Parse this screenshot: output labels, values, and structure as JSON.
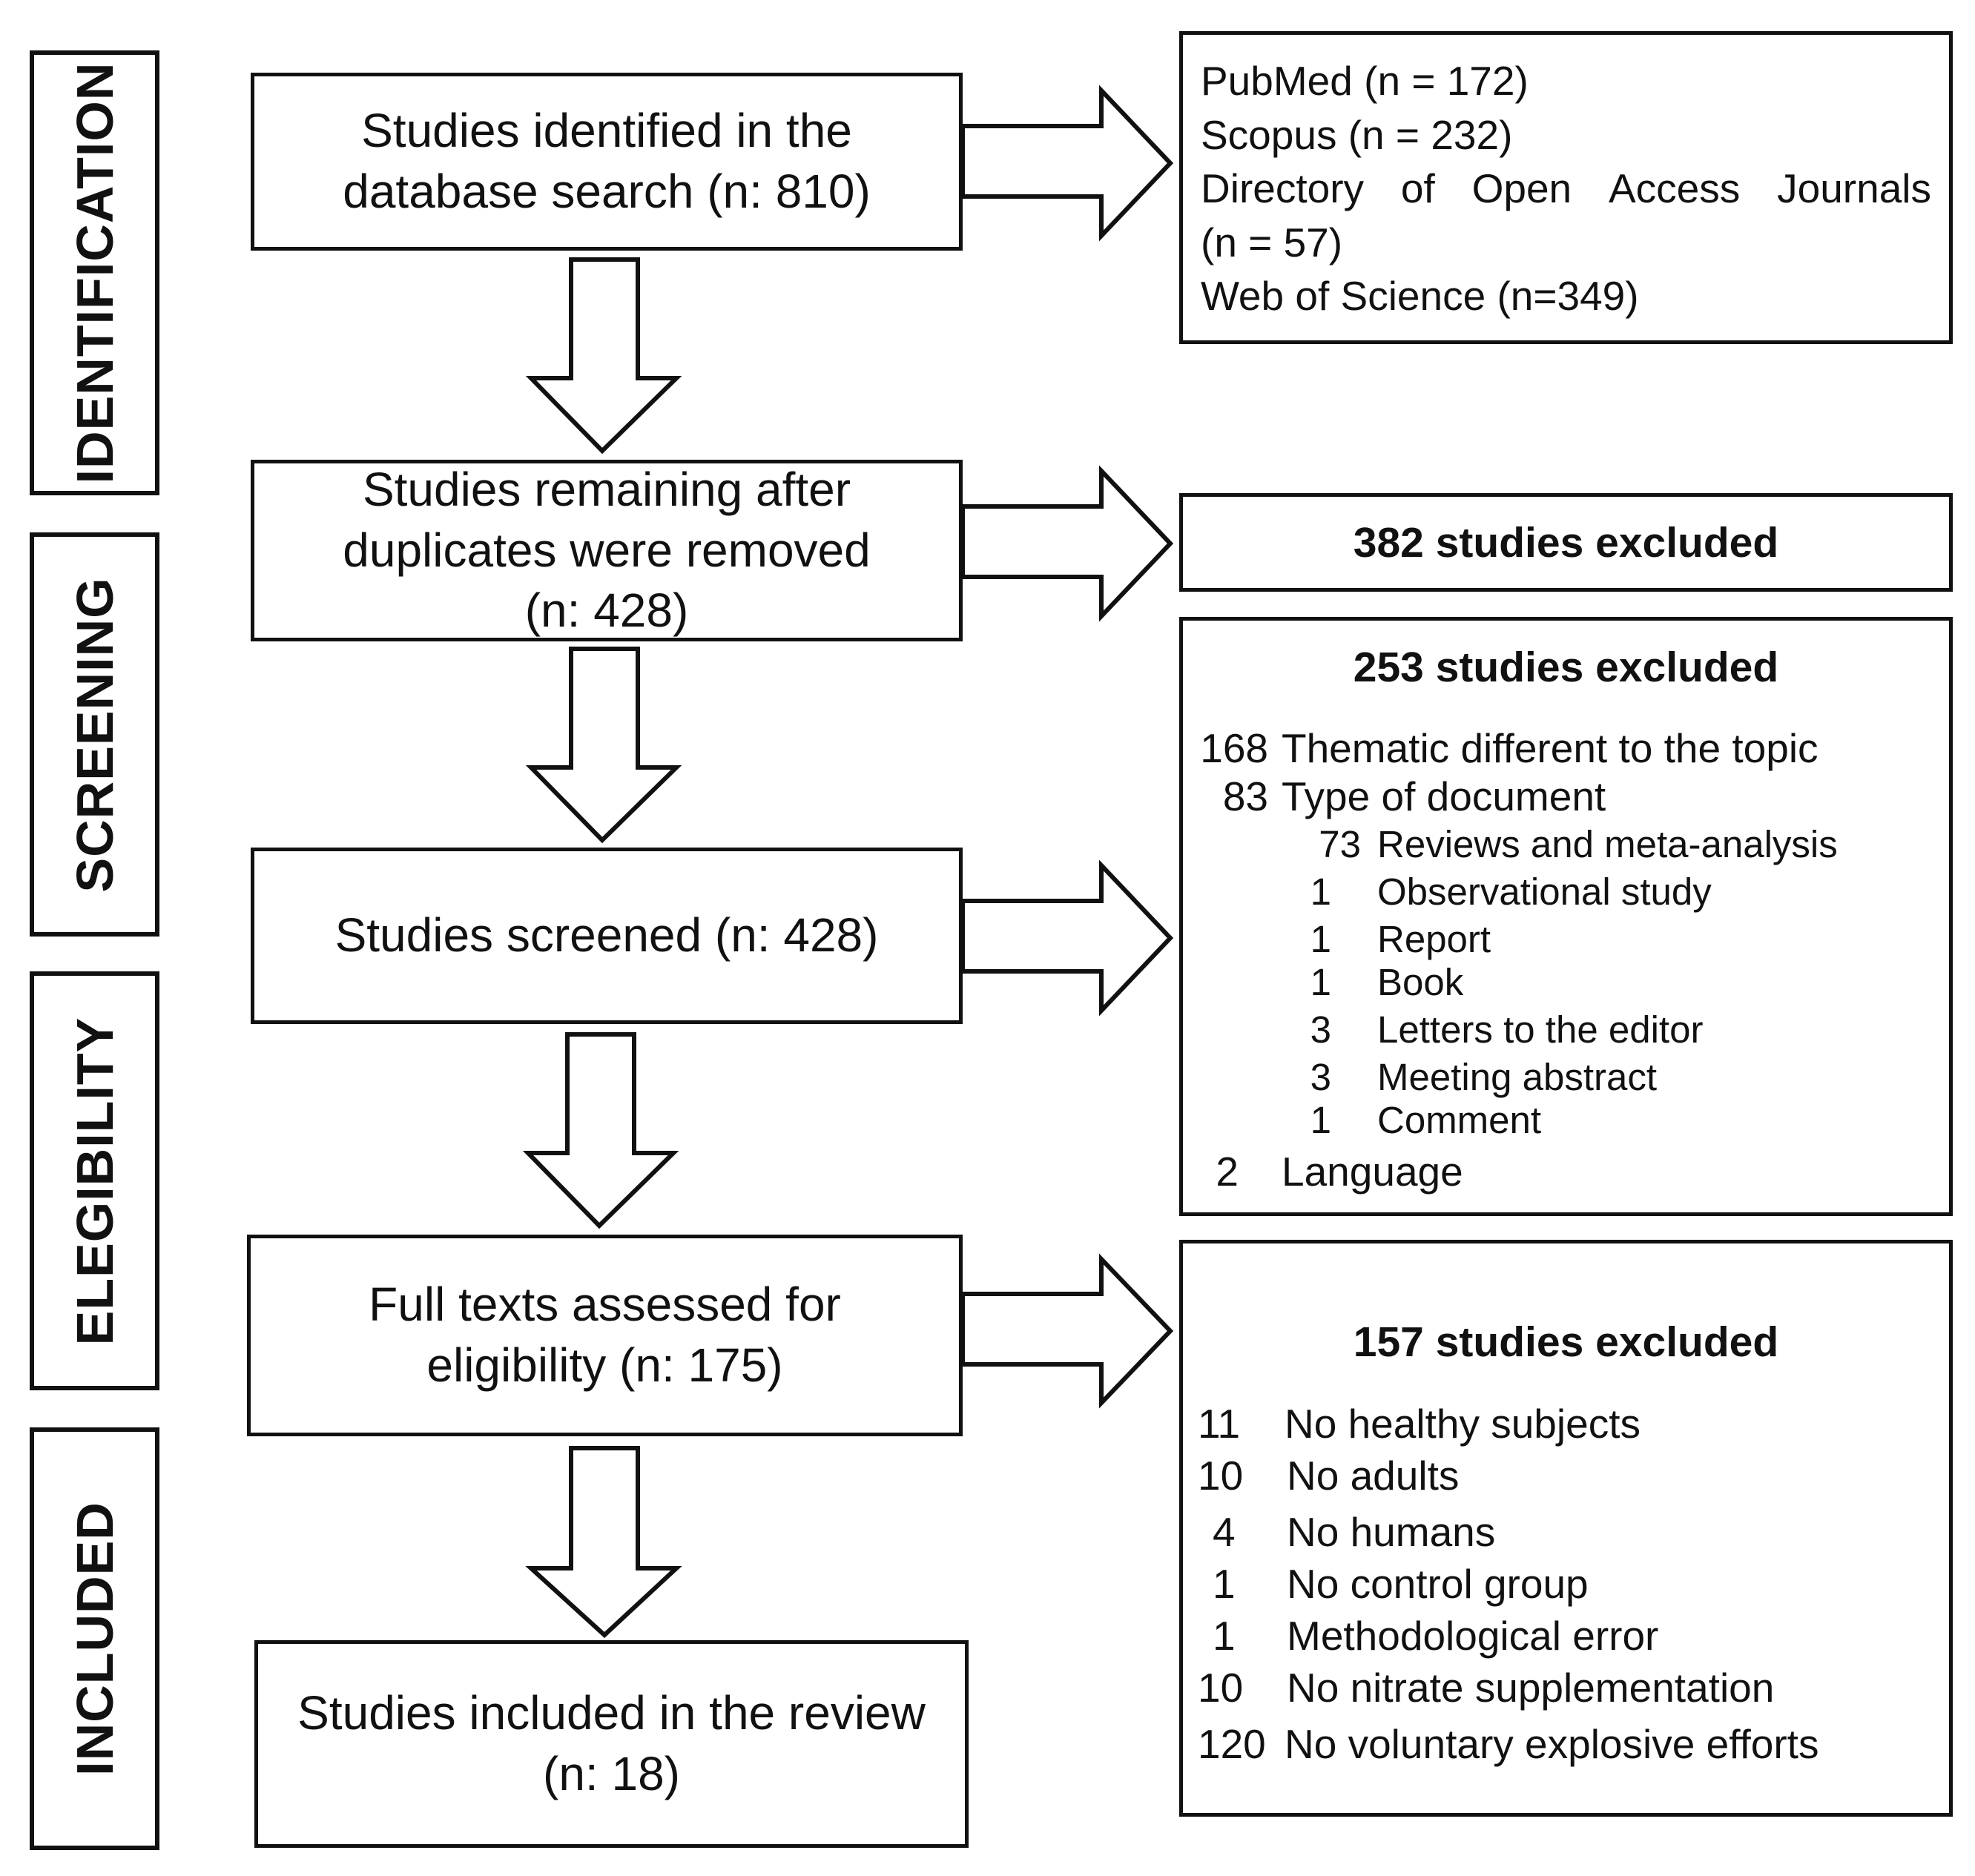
{
  "stages": {
    "identification": "IDENTIFICATION",
    "screening": "SCREENING",
    "elegibility": "ELEGIBILITY",
    "included": "INCLUDED"
  },
  "flow": {
    "identified": [
      "Studies identified in the",
      "database search (n: 810)"
    ],
    "after_duplicates": [
      "Studies remaining after",
      "duplicates were removed",
      "(n: 428)"
    ],
    "screened": [
      "Studies screened (n: 428)"
    ],
    "fulltext": [
      "Full texts assessed for",
      "eligibility (n: 175)"
    ],
    "included": [
      "Studies included in the review",
      "(n: 18)"
    ]
  },
  "sources": {
    "pubmed": "PubMed (n = 172)",
    "scopus": "Scopus (n = 232)",
    "doaj_words": [
      "Directory",
      "of",
      "Open",
      "Access",
      "Journals"
    ],
    "doaj_count": "(n = 57)",
    "wos": "Web of Science (n=349)"
  },
  "excluded_duplicates": {
    "title": "382 studies excluded"
  },
  "excluded_screening": {
    "title": "253 studies excluded",
    "items": [
      {
        "n": "168",
        "label": "Thematic different to the topic"
      },
      {
        "n": "83",
        "label": "Type of document"
      },
      {
        "n": "73",
        "label": "Reviews and meta-analysis"
      },
      {
        "n": "1",
        "label": "Observational study"
      },
      {
        "n": "1",
        "label": "Report"
      },
      {
        "n": "1",
        "label": "Book"
      },
      {
        "n": "3",
        "label": "Letters to the editor"
      },
      {
        "n": "3",
        "label": "Meeting abstract"
      },
      {
        "n": "1",
        "label": "Comment"
      },
      {
        "n": "2",
        "label": "Language"
      }
    ]
  },
  "excluded_eligibility": {
    "title": "157 studies excluded",
    "items": [
      {
        "n": "11",
        "label": "No healthy subjects"
      },
      {
        "n": "10",
        "label": "No adults"
      },
      {
        "n": "4",
        "label": "No humans"
      },
      {
        "n": "1",
        "label": "No control group"
      },
      {
        "n": "1",
        "label": "Methodological error"
      },
      {
        "n": "10",
        "label": "No nitrate supplementation"
      },
      {
        "n": "120",
        "label": "No voluntary explosive efforts"
      }
    ]
  }
}
